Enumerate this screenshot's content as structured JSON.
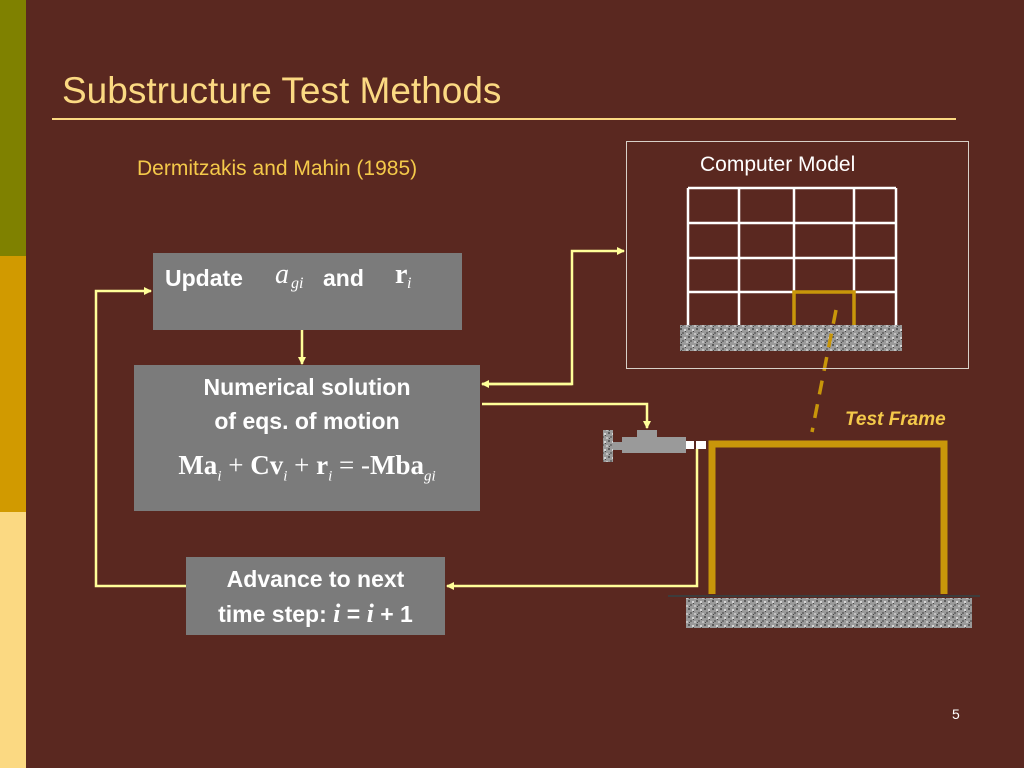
{
  "slide": {
    "title": "Substructure Test Methods",
    "subtitle": "Dermitzakis and Mahin (1985)",
    "page_number": "5"
  },
  "update_box": {
    "update_word": "Update",
    "symbol_a": "a",
    "symbol_a_sub": "gi",
    "and_word": "and",
    "symbol_r": "r",
    "symbol_r_sub": "i"
  },
  "numerical_box": {
    "line1": "Numerical solution",
    "line2": "of  eqs. of motion",
    "equation": {
      "t1": "Ma",
      "s1": "i",
      "op1": " + ",
      "t2": "Cv",
      "s2": "i",
      "op2": " + ",
      "t3": "r",
      "s3": "i",
      "op3": " = -",
      "t4": "Mba",
      "s4": "gi"
    }
  },
  "advance_box": {
    "line1": "Advance to next",
    "line2_prefix": "time step: ",
    "var1": "i",
    "eq_sign": " = ",
    "var2": "i",
    "suffix": " + 1"
  },
  "labels": {
    "computer_model": "Computer Model",
    "test_frame": "Test Frame"
  },
  "colors": {
    "background": "#5a2820",
    "accent_text": "#fbd982",
    "arrow": "#ffff99",
    "frame": "#c8960a",
    "box_fill": "#7b7b7b"
  }
}
